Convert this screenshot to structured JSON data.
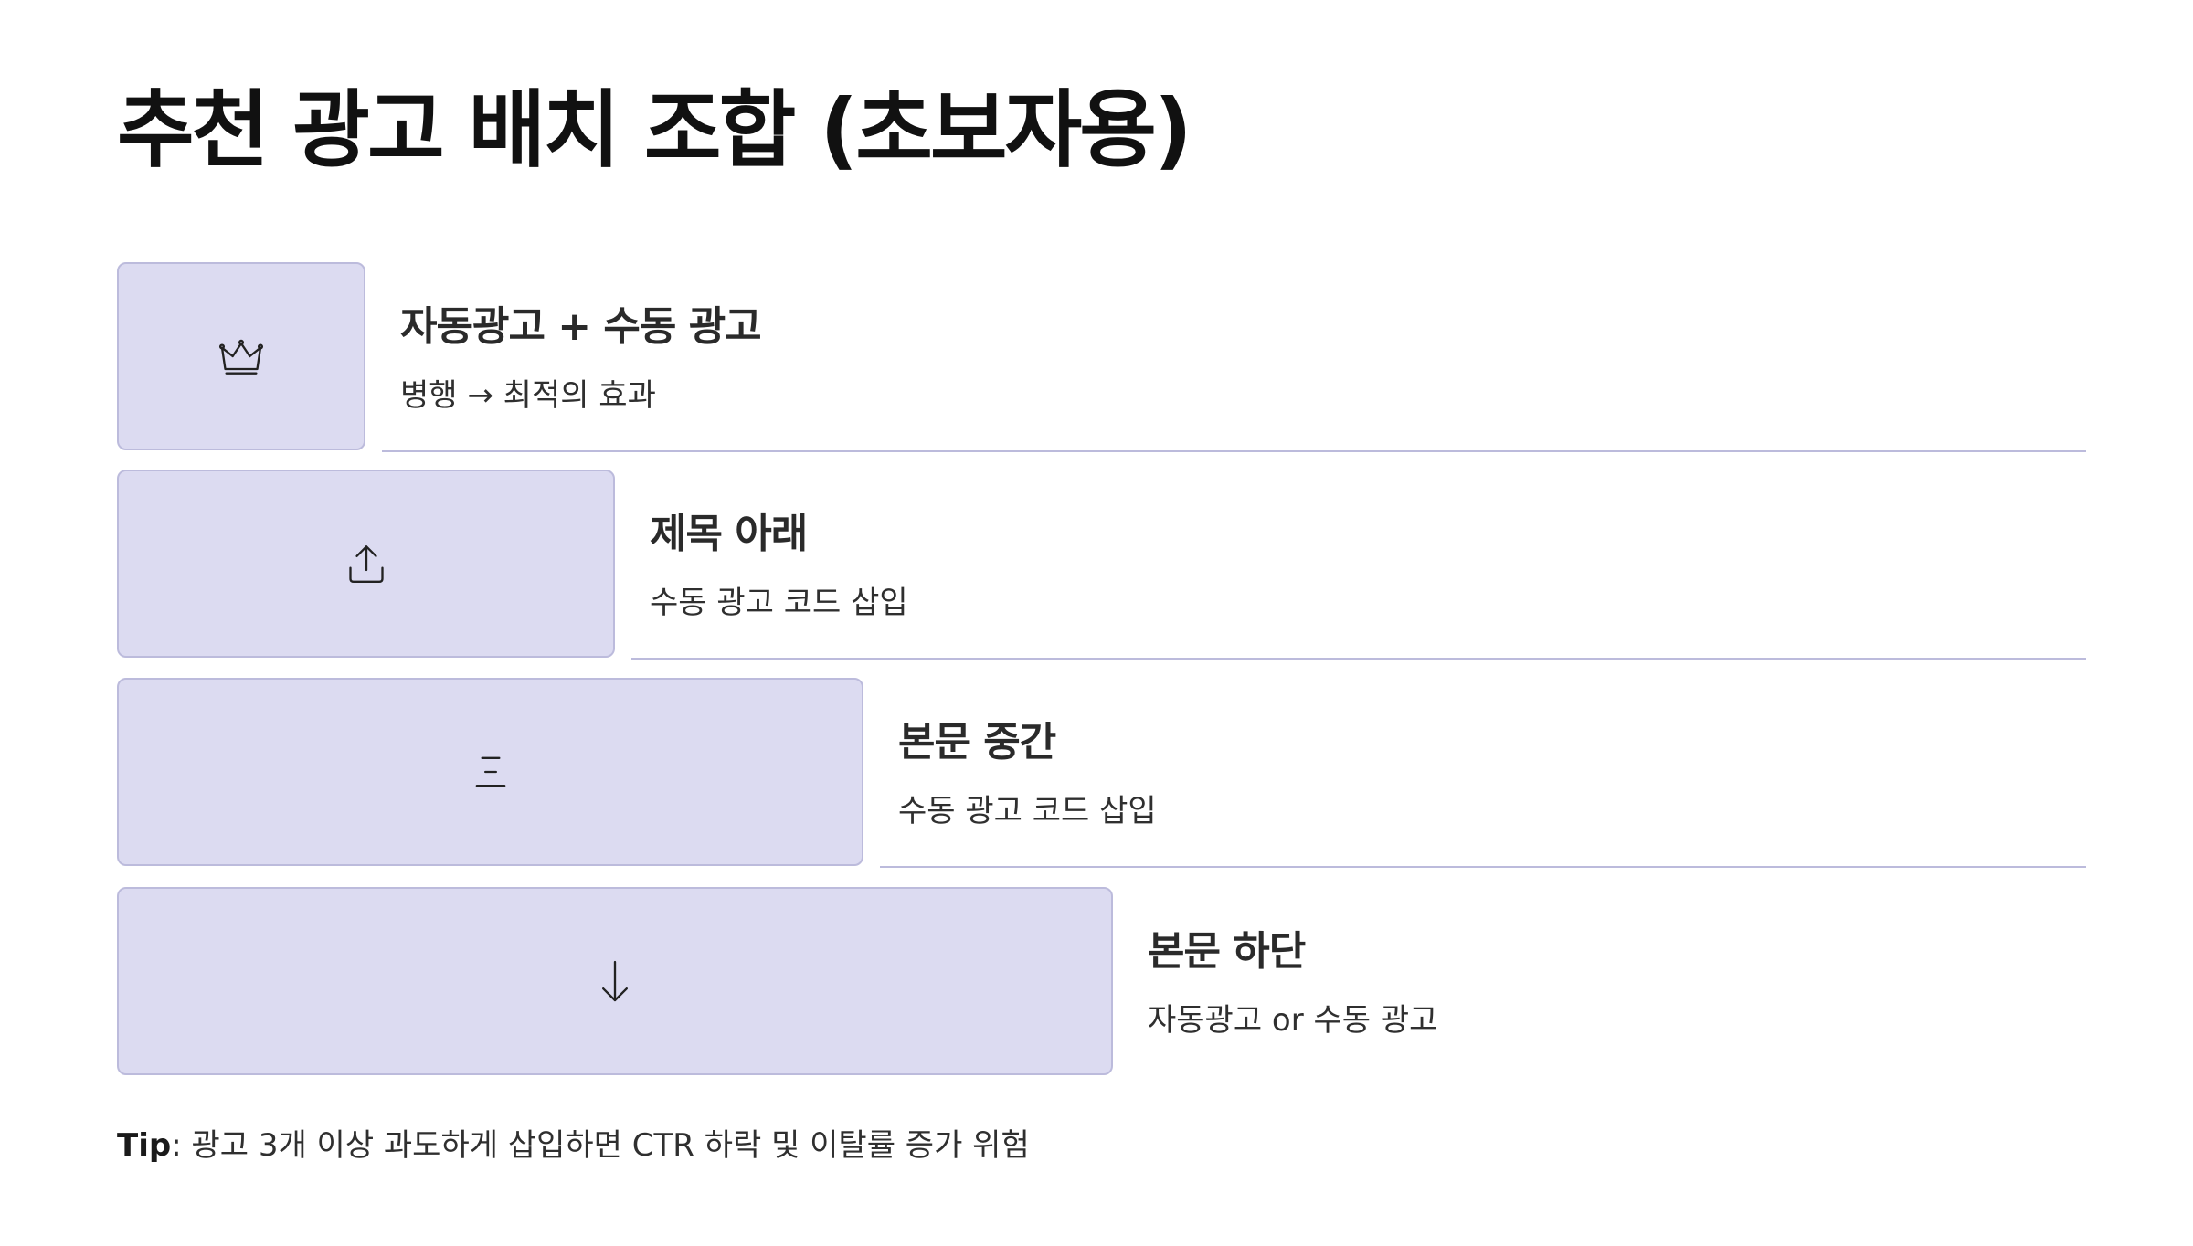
{
  "title": "추천 광고 배치 조합 (초보자용)",
  "steps": [
    {
      "icon": "crown-icon",
      "label": "자동광고 + 수동 광고",
      "description": "병행 → 최적의 효과"
    },
    {
      "icon": "upload-icon",
      "label": "제목 아래",
      "description": "수동 광고 코드 삽입"
    },
    {
      "icon": "align-center-lines-icon",
      "label": "본문 중간",
      "description": "수동 광고 코드 삽입"
    },
    {
      "icon": "arrow-down-icon",
      "label": "본문 하단",
      "description": "자동광고 or 수동 광고"
    }
  ],
  "tip": {
    "label": "Tip",
    "text": ": 광고 3개 이상 과도하게 삽입하면 CTR 하락 및 이탈률 증가 위험"
  },
  "colors": {
    "box_fill": "#dcdbf1",
    "box_border": "#bcbbdc",
    "rule": "#bcbbdc",
    "title_text": "#111111"
  }
}
